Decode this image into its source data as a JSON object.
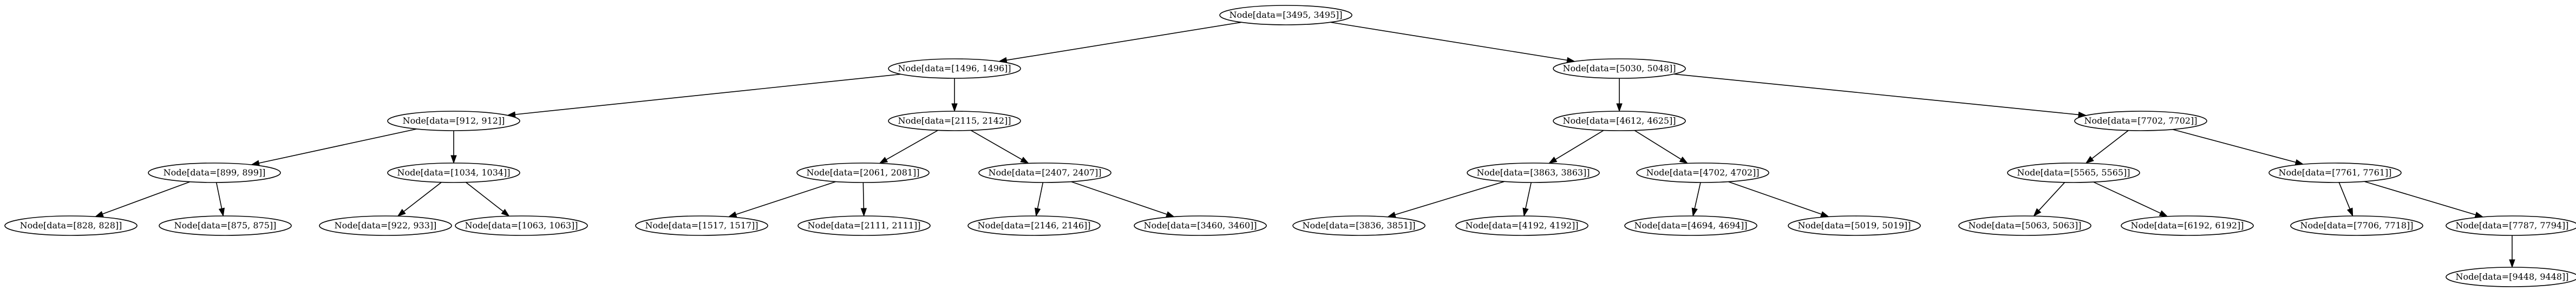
{
  "diagram": {
    "type": "binary-tree",
    "nodes": [
      {
        "id": "n3495",
        "label": "Node[data=[3495, 3495]]"
      },
      {
        "id": "n1496",
        "label": "Node[data=[1496, 1496]]"
      },
      {
        "id": "n5030",
        "label": "Node[data=[5030, 5048]]"
      },
      {
        "id": "n912",
        "label": "Node[data=[912, 912]]"
      },
      {
        "id": "n2115",
        "label": "Node[data=[2115, 2142]]"
      },
      {
        "id": "n4612",
        "label": "Node[data=[4612, 4625]]"
      },
      {
        "id": "n7702",
        "label": "Node[data=[7702, 7702]]"
      },
      {
        "id": "n899",
        "label": "Node[data=[899, 899]]"
      },
      {
        "id": "n1034",
        "label": "Node[data=[1034, 1034]]"
      },
      {
        "id": "n2061",
        "label": "Node[data=[2061, 2081]]"
      },
      {
        "id": "n2407",
        "label": "Node[data=[2407, 2407]]"
      },
      {
        "id": "n3863",
        "label": "Node[data=[3863, 3863]]"
      },
      {
        "id": "n4702",
        "label": "Node[data=[4702, 4702]]"
      },
      {
        "id": "n5565",
        "label": "Node[data=[5565, 5565]]"
      },
      {
        "id": "n7761",
        "label": "Node[data=[7761, 7761]]"
      },
      {
        "id": "n828",
        "label": "Node[data=[828, 828]]"
      },
      {
        "id": "n875",
        "label": "Node[data=[875, 875]]"
      },
      {
        "id": "n922",
        "label": "Node[data=[922, 933]]"
      },
      {
        "id": "n1063",
        "label": "Node[data=[1063, 1063]]"
      },
      {
        "id": "n1517",
        "label": "Node[data=[1517, 1517]]"
      },
      {
        "id": "n2111",
        "label": "Node[data=[2111, 2111]]"
      },
      {
        "id": "n2146",
        "label": "Node[data=[2146, 2146]]"
      },
      {
        "id": "n3460",
        "label": "Node[data=[3460, 3460]]"
      },
      {
        "id": "n3836",
        "label": "Node[data=[3836, 3851]]"
      },
      {
        "id": "n4192",
        "label": "Node[data=[4192, 4192]]"
      },
      {
        "id": "n4694",
        "label": "Node[data=[4694, 4694]]"
      },
      {
        "id": "n5019",
        "label": "Node[data=[5019, 5019]]"
      },
      {
        "id": "n5063",
        "label": "Node[data=[5063, 5063]]"
      },
      {
        "id": "n6192",
        "label": "Node[data=[6192, 6192]]"
      },
      {
        "id": "n7706",
        "label": "Node[data=[7706, 7718]]"
      },
      {
        "id": "n7787",
        "label": "Node[data=[7787, 7794]]"
      },
      {
        "id": "n9448",
        "label": "Node[data=[9448, 9448]]"
      }
    ],
    "edges": [
      {
        "from": "n3495",
        "to": "n1496"
      },
      {
        "from": "n3495",
        "to": "n5030"
      },
      {
        "from": "n1496",
        "to": "n912"
      },
      {
        "from": "n1496",
        "to": "n2115"
      },
      {
        "from": "n912",
        "to": "n899"
      },
      {
        "from": "n912",
        "to": "n1034"
      },
      {
        "from": "n899",
        "to": "n828"
      },
      {
        "from": "n899",
        "to": "n875"
      },
      {
        "from": "n1034",
        "to": "n922"
      },
      {
        "from": "n1034",
        "to": "n1063"
      },
      {
        "from": "n2115",
        "to": "n2061"
      },
      {
        "from": "n2115",
        "to": "n2407"
      },
      {
        "from": "n2061",
        "to": "n1517"
      },
      {
        "from": "n2061",
        "to": "n2111"
      },
      {
        "from": "n2407",
        "to": "n2146"
      },
      {
        "from": "n2407",
        "to": "n3460"
      },
      {
        "from": "n5030",
        "to": "n4612"
      },
      {
        "from": "n5030",
        "to": "n7702"
      },
      {
        "from": "n4612",
        "to": "n3863"
      },
      {
        "from": "n4612",
        "to": "n4702"
      },
      {
        "from": "n3863",
        "to": "n3836"
      },
      {
        "from": "n3863",
        "to": "n4192"
      },
      {
        "from": "n4702",
        "to": "n4694"
      },
      {
        "from": "n4702",
        "to": "n5019"
      },
      {
        "from": "n7702",
        "to": "n5565"
      },
      {
        "from": "n7702",
        "to": "n7761"
      },
      {
        "from": "n5565",
        "to": "n5063"
      },
      {
        "from": "n5565",
        "to": "n6192"
      },
      {
        "from": "n7761",
        "to": "n7706"
      },
      {
        "from": "n7761",
        "to": "n7787"
      },
      {
        "from": "n7787",
        "to": "n9448"
      }
    ]
  }
}
